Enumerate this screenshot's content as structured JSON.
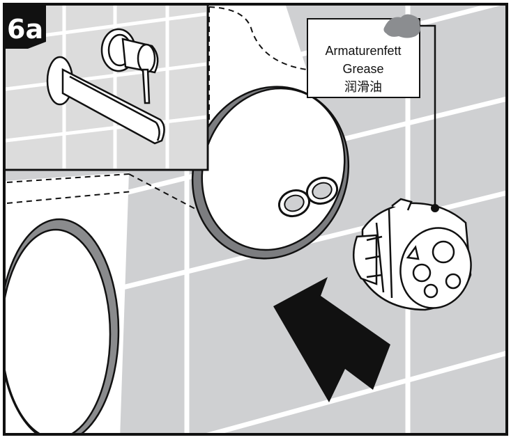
{
  "step": {
    "label": "6a"
  },
  "callout": {
    "lines": [
      "Armaturenfett",
      "Grease",
      "润滑油"
    ]
  },
  "colors": {
    "wall": "#cfd0d2",
    "tile_joint": "#ffffff",
    "line": "#111111",
    "arrow": "#111111",
    "grease": "#8b8d90",
    "inset_bg": "#dcdcdc"
  },
  "icons": {
    "arrow": "insert-direction-arrow",
    "cartridge": "valve-cartridge",
    "grease": "grease-blob"
  }
}
